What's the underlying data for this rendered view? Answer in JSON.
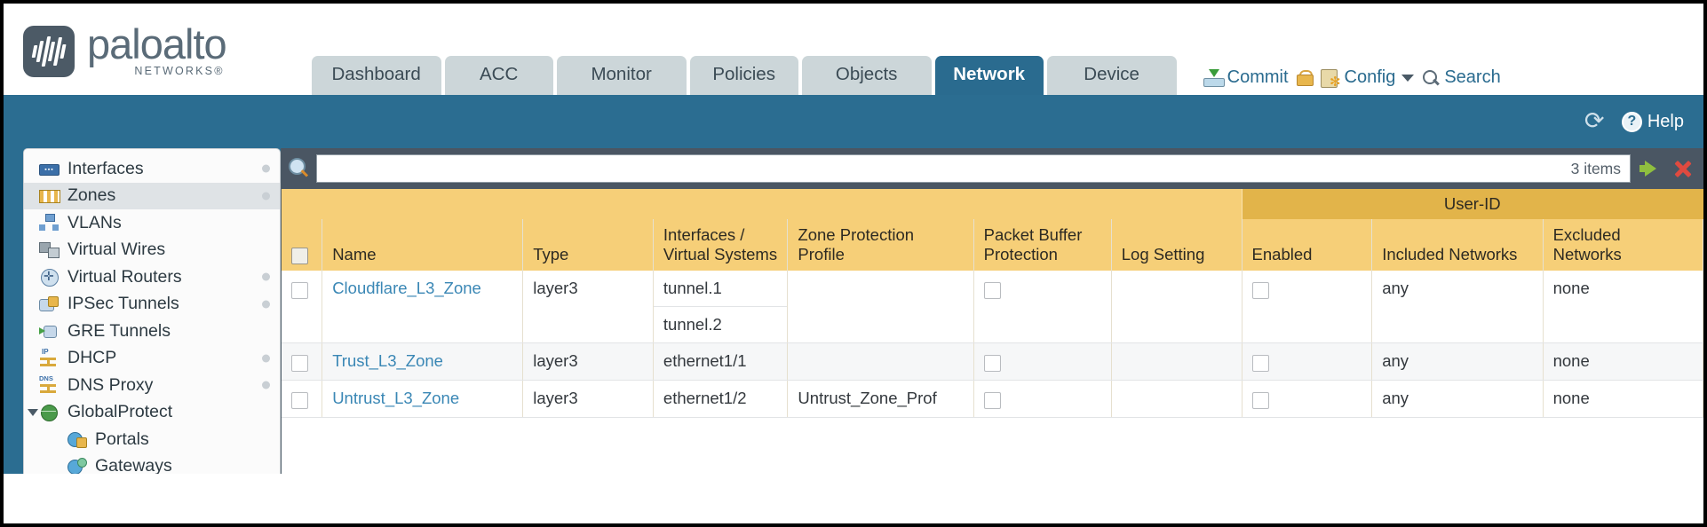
{
  "brand": {
    "name": "paloalto",
    "tagline": "NETWORKS",
    "registered": "®"
  },
  "nav": {
    "tabs": [
      {
        "label": "Dashboard",
        "active": false
      },
      {
        "label": "ACC",
        "active": false
      },
      {
        "label": "Monitor",
        "active": false
      },
      {
        "label": "Policies",
        "active": false
      },
      {
        "label": "Objects",
        "active": false
      },
      {
        "label": "Network",
        "active": true
      },
      {
        "label": "Device",
        "active": false
      }
    ]
  },
  "header_actions": {
    "commit": "Commit",
    "config": "Config",
    "search": "Search",
    "lock_icon": "lock-icon"
  },
  "toolbar": {
    "help": "Help",
    "refresh_icon": "refresh-icon"
  },
  "sidebar": {
    "items": [
      {
        "label": "Interfaces",
        "icon": "interfaces-icon",
        "selected": false,
        "dot": true,
        "child": false,
        "triangle": ""
      },
      {
        "label": "Zones",
        "icon": "zones-icon",
        "selected": true,
        "dot": true,
        "child": false,
        "triangle": ""
      },
      {
        "label": "VLANs",
        "icon": "vlans-icon",
        "selected": false,
        "dot": false,
        "child": false,
        "triangle": ""
      },
      {
        "label": "Virtual Wires",
        "icon": "virtual-wires-icon",
        "selected": false,
        "dot": false,
        "child": false,
        "triangle": ""
      },
      {
        "label": "Virtual Routers",
        "icon": "virtual-routers-icon",
        "selected": false,
        "dot": true,
        "child": false,
        "triangle": ""
      },
      {
        "label": "IPSec Tunnels",
        "icon": "ipsec-tunnels-icon",
        "selected": false,
        "dot": true,
        "child": false,
        "triangle": ""
      },
      {
        "label": "GRE Tunnels",
        "icon": "gre-tunnels-icon",
        "selected": false,
        "dot": false,
        "child": false,
        "triangle": ""
      },
      {
        "label": "DHCP",
        "icon": "dhcp-icon",
        "selected": false,
        "dot": true,
        "child": false,
        "triangle": ""
      },
      {
        "label": "DNS Proxy",
        "icon": "dns-proxy-icon",
        "selected": false,
        "dot": true,
        "child": false,
        "triangle": ""
      },
      {
        "label": "GlobalProtect",
        "icon": "globalprotect-icon",
        "selected": false,
        "dot": false,
        "child": false,
        "triangle": "open"
      },
      {
        "label": "Portals",
        "icon": "portals-icon",
        "selected": false,
        "dot": false,
        "child": true,
        "triangle": ""
      },
      {
        "label": "Gateways",
        "icon": "gateways-icon",
        "selected": false,
        "dot": false,
        "child": true,
        "triangle": ""
      }
    ]
  },
  "search": {
    "value": "",
    "placeholder": "",
    "item_count": "3 items"
  },
  "table": {
    "group_header": "User-ID",
    "columns": [
      "Name",
      "Type",
      "Interfaces / Virtual Systems",
      "Zone Protection Profile",
      "Packet Buffer Protection",
      "Log Setting",
      "Enabled",
      "Included Networks",
      "Excluded Networks"
    ],
    "rows": [
      {
        "name": "Cloudflare_L3_Zone",
        "type": "layer3",
        "interfaces": [
          "tunnel.1",
          "tunnel.2"
        ],
        "zone_protection_profile": "",
        "packet_buffer_protection": false,
        "log_setting": "",
        "userid_enabled": false,
        "included_networks": "any",
        "excluded_networks": "none"
      },
      {
        "name": "Trust_L3_Zone",
        "type": "layer3",
        "interfaces": [
          "ethernet1/1"
        ],
        "zone_protection_profile": "",
        "packet_buffer_protection": false,
        "log_setting": "",
        "userid_enabled": false,
        "included_networks": "any",
        "excluded_networks": "none"
      },
      {
        "name": "Untrust_L3_Zone",
        "type": "layer3",
        "interfaces": [
          "ethernet1/2"
        ],
        "zone_protection_profile": "Untrust_Zone_Prof",
        "packet_buffer_protection": false,
        "log_setting": "",
        "userid_enabled": false,
        "included_networks": "any",
        "excluded_networks": "none"
      }
    ]
  },
  "colors": {
    "brand_blue": "#2b6d91",
    "header_amber": "#f6cf78",
    "group_amber": "#e2b44a",
    "link_blue": "#3a87b5",
    "toolbar_slate": "#4a5663"
  }
}
